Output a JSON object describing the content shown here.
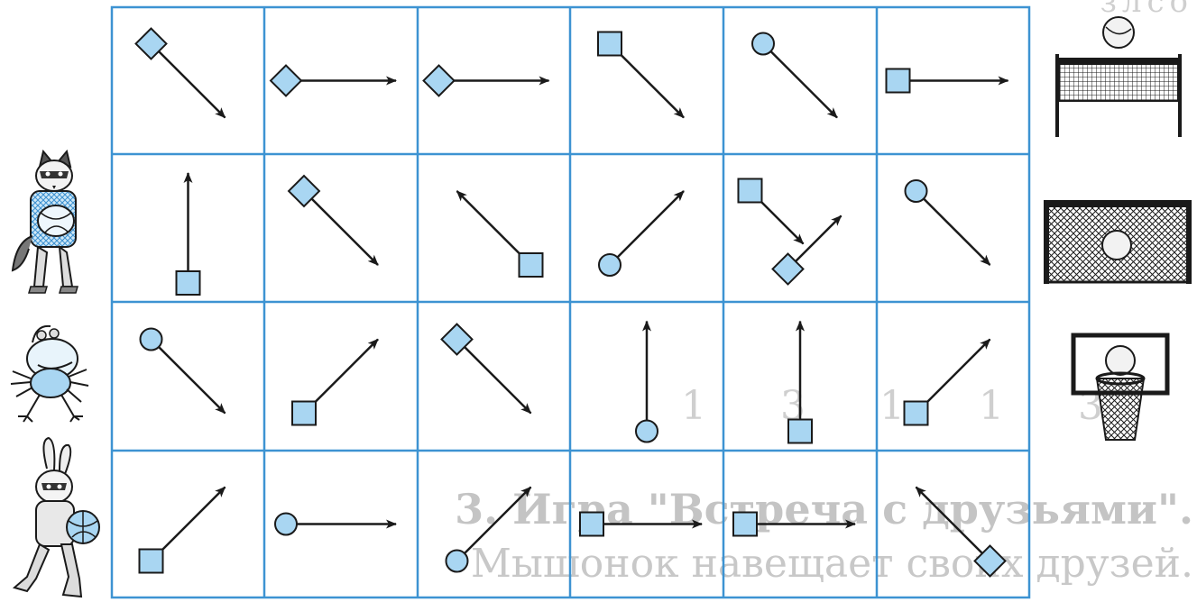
{
  "colors": {
    "grid_line": "#3d93d2",
    "shape_fill": "#a9d6f2",
    "shape_stroke": "#1a1a1a",
    "arrow": "#1a1a1a",
    "bleed_text": "#cfcfcf"
  },
  "bleed_through_text": {
    "top": "злсо",
    "numbers": "1 3 1 1 3",
    "line1": "3. Игра \"Встреча с друзьями\".",
    "line2": "Мышонок навещает своих друзей."
  },
  "characters": [
    {
      "row": 1,
      "name": "wolf-with-ball-icon"
    },
    {
      "row": 2,
      "name": "frog-icon"
    },
    {
      "row": 3,
      "name": "hare-with-ball-icon"
    }
  ],
  "goals": [
    {
      "row": 0,
      "name": "volleyball-net-icon"
    },
    {
      "row": 1,
      "name": "football-goal-icon"
    },
    {
      "row": 2,
      "name": "basketball-hoop-icon"
    }
  ],
  "grid": {
    "rows": 4,
    "cols": 6,
    "cards": [
      {
        "row": 0,
        "col": 0,
        "arrows": [
          {
            "shape": "diamond",
            "direction": "down-right"
          }
        ]
      },
      {
        "row": 0,
        "col": 1,
        "arrows": [
          {
            "shape": "diamond",
            "direction": "right"
          }
        ]
      },
      {
        "row": 0,
        "col": 2,
        "arrows": [
          {
            "shape": "diamond",
            "direction": "right"
          }
        ]
      },
      {
        "row": 0,
        "col": 3,
        "arrows": [
          {
            "shape": "square",
            "direction": "down-right"
          }
        ]
      },
      {
        "row": 0,
        "col": 4,
        "arrows": [
          {
            "shape": "circle",
            "direction": "down-right"
          }
        ]
      },
      {
        "row": 0,
        "col": 5,
        "arrows": [
          {
            "shape": "square",
            "direction": "right"
          }
        ]
      },
      {
        "row": 1,
        "col": 0,
        "arrows": [
          {
            "shape": "square",
            "direction": "up"
          }
        ]
      },
      {
        "row": 1,
        "col": 1,
        "arrows": [
          {
            "shape": "diamond",
            "direction": "down-right"
          }
        ]
      },
      {
        "row": 1,
        "col": 2,
        "arrows": [
          {
            "shape": "square",
            "direction": "up-left"
          }
        ]
      },
      {
        "row": 1,
        "col": 3,
        "arrows": [
          {
            "shape": "circle",
            "direction": "up-right"
          }
        ]
      },
      {
        "row": 1,
        "col": 4,
        "arrows": [
          {
            "shape": "square",
            "direction": "down-right"
          },
          {
            "shape": "diamond",
            "direction": "up-right"
          }
        ]
      },
      {
        "row": 1,
        "col": 5,
        "arrows": [
          {
            "shape": "circle",
            "direction": "down-right"
          }
        ]
      },
      {
        "row": 2,
        "col": 0,
        "arrows": [
          {
            "shape": "circle",
            "direction": "down-right"
          }
        ]
      },
      {
        "row": 2,
        "col": 1,
        "arrows": [
          {
            "shape": "square",
            "direction": "up-right"
          }
        ]
      },
      {
        "row": 2,
        "col": 2,
        "arrows": [
          {
            "shape": "diamond",
            "direction": "down-right"
          }
        ]
      },
      {
        "row": 2,
        "col": 3,
        "arrows": [
          {
            "shape": "circle",
            "direction": "up"
          }
        ]
      },
      {
        "row": 2,
        "col": 4,
        "arrows": [
          {
            "shape": "square",
            "direction": "up"
          }
        ]
      },
      {
        "row": 2,
        "col": 5,
        "arrows": [
          {
            "shape": "square",
            "direction": "up-right"
          }
        ]
      },
      {
        "row": 3,
        "col": 0,
        "arrows": [
          {
            "shape": "square",
            "direction": "up-right"
          }
        ]
      },
      {
        "row": 3,
        "col": 1,
        "arrows": [
          {
            "shape": "circle",
            "direction": "right"
          }
        ]
      },
      {
        "row": 3,
        "col": 2,
        "arrows": [
          {
            "shape": "circle",
            "direction": "up-right"
          }
        ]
      },
      {
        "row": 3,
        "col": 3,
        "arrows": [
          {
            "shape": "square",
            "direction": "right"
          }
        ]
      },
      {
        "row": 3,
        "col": 4,
        "arrows": [
          {
            "shape": "square",
            "direction": "right"
          }
        ]
      },
      {
        "row": 3,
        "col": 5,
        "arrows": [
          {
            "shape": "diamond",
            "direction": "up-left"
          }
        ]
      }
    ]
  }
}
